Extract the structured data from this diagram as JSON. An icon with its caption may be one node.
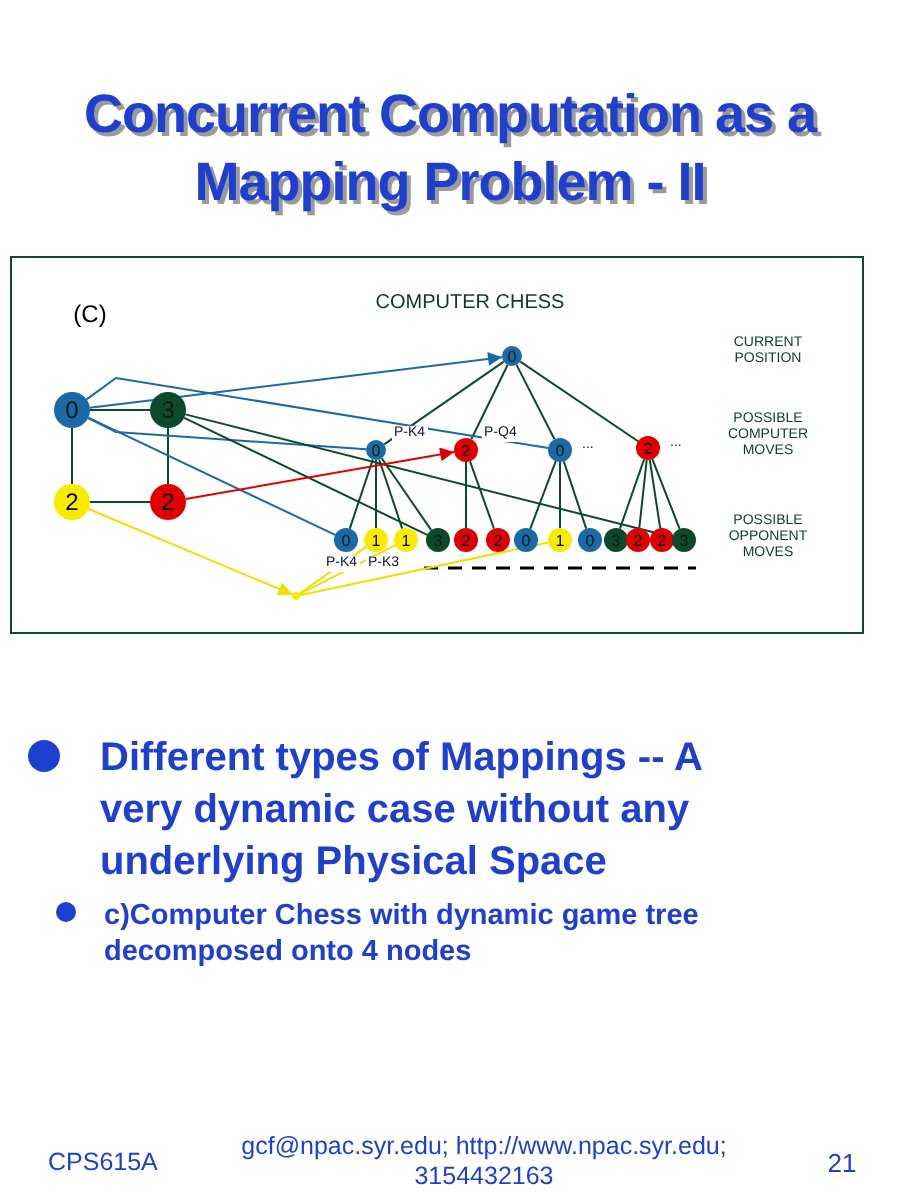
{
  "diagram": {
    "title": "Concurrent Computation as a Mapping Problem - II",
    "nodes": [
      {
        "text": [
          "0"
        ]
      },
      {
        "text": [
          "3"
        ]
      },
      {
        "text": [
          "2"
        ]
      },
      {
        "text": [
          "2"
        ]
      },
      {
        "text": [
          "0"
        ]
      },
      {
        "text": [
          "0"
        ],
        "beside": [
          "P-K4"
        ]
      },
      {
        "text": [
          "2"
        ],
        "beside": [
          "P-Q4"
        ]
      },
      {
        "text": [
          "0"
        ],
        "beside": [
          "..."
        ]
      },
      {
        "text": [
          "2"
        ],
        "beside": [
          "..."
        ]
      },
      {
        "text": [
          "0"
        ],
        "beside": [
          "P-K4"
        ]
      },
      {
        "text": [
          "1"
        ],
        "beside": [
          "P-K3"
        ]
      },
      {
        "text": [
          "1"
        ]
      },
      {
        "text": [
          "3"
        ]
      },
      {
        "text": [
          "2"
        ]
      },
      {
        "text": [
          "2"
        ]
      },
      {
        "text": [
          "0"
        ]
      },
      {
        "text": [
          "1"
        ]
      },
      {
        "text": [
          "0"
        ]
      },
      {
        "text": [
          "3"
        ]
      },
      {
        "text": [
          "2"
        ]
      },
      {
        "text": [
          "2"
        ]
      },
      {
        "text": [
          "3"
        ]
      },
      {
        "text": [],
        "shape": "dot"
      }
    ],
    "edges": [
      {
        "from": 0,
        "to": 1,
        "arrow": "none"
      },
      {
        "from": 0,
        "to": 2,
        "arrow": "none"
      },
      {
        "from": 1,
        "to": 3,
        "arrow": "none"
      },
      {
        "from": 2,
        "to": 3,
        "arrow": "none"
      },
      {
        "from": 4,
        "to": 5,
        "arrow": "none"
      },
      {
        "from": 4,
        "to": 6,
        "arrow": "none"
      },
      {
        "from": 4,
        "to": 7,
        "arrow": "none"
      },
      {
        "from": 4,
        "to": 8,
        "arrow": "none"
      },
      {
        "from": 5,
        "to": 9,
        "arrow": "none"
      },
      {
        "from": 5,
        "to": 10,
        "arrow": "none"
      },
      {
        "from": 5,
        "to": 11,
        "arrow": "none"
      },
      {
        "from": 5,
        "to": 12,
        "arrow": "none"
      },
      {
        "from": 6,
        "to": 13,
        "arrow": "none"
      },
      {
        "from": 6,
        "to": 14,
        "arrow": "none"
      },
      {
        "from": 7,
        "to": 15,
        "arrow": "none"
      },
      {
        "from": 7,
        "to": 16,
        "arrow": "none"
      },
      {
        "from": 7,
        "to": 17,
        "arrow": "none"
      },
      {
        "from": 8,
        "to": 18,
        "arrow": "none"
      },
      {
        "from": 8,
        "to": 19,
        "arrow": "none"
      },
      {
        "from": 8,
        "to": 20,
        "arrow": "none"
      },
      {
        "from": 8,
        "to": 21,
        "arrow": "none"
      },
      {
        "from": 0,
        "to": 4,
        "arrow": "to",
        "color": "#1a6aa8"
      },
      {
        "from": 0,
        "to": 5,
        "arrow": "none",
        "color": "#1a6aa8"
      },
      {
        "from": 0,
        "to": 9,
        "arrow": "none",
        "color": "#1a6aa8"
      },
      {
        "from": 0,
        "to": 7,
        "arrow": "none",
        "color": "#1a6aa8"
      },
      {
        "from": 1,
        "to": 12,
        "arrow": "none"
      },
      {
        "from": 1,
        "to": 21,
        "arrow": "to"
      },
      {
        "from": 3,
        "to": 6,
        "arrow": "to",
        "color": "#e00000"
      },
      {
        "from": 2,
        "to": 22,
        "arrow": "to",
        "color": "#f0e000"
      },
      {
        "from": 22,
        "to": 10,
        "arrow": "none",
        "color": "#f0e000"
      },
      {
        "from": 22,
        "to": 11,
        "arrow": "none",
        "color": "#f0e000"
      },
      {
        "from": 22,
        "to": 16,
        "arrow": "none",
        "color": "#f0e000"
      }
    ],
    "labels": [
      "(C)",
      "COMPUTER CHESS",
      "CURRENT POSITION",
      "POSSIBLE COMPUTER MOVES",
      "POSSIBLE OPPONENT MOVES",
      "Different types of Mappings -- A very dynamic case without any underlying Physical Space",
      "c)Computer Chess with dynamic game tree decomposed onto 4 nodes",
      "CPS615A",
      "gcf@npac.syr.edu; http://www.npac.syr.edu; 3154432163",
      "21"
    ]
  }
}
